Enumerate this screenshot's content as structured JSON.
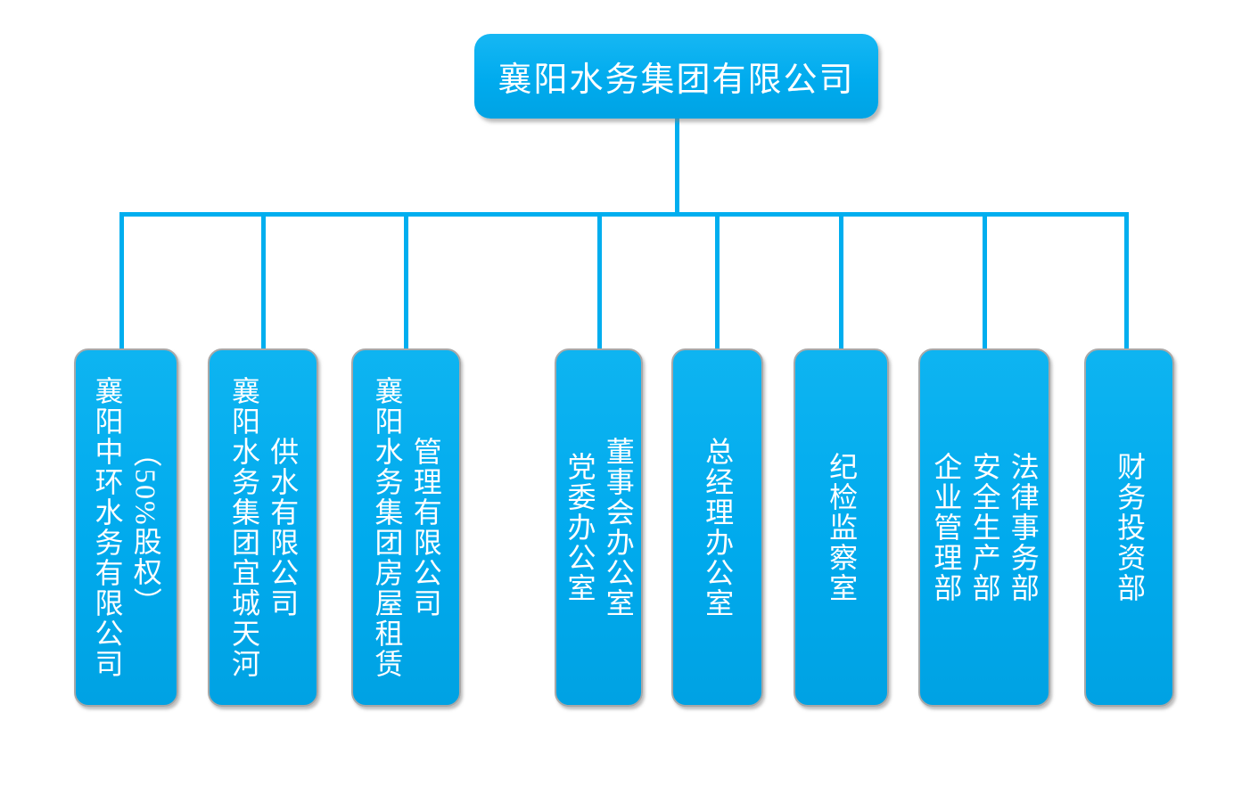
{
  "diagram": {
    "type": "org-chart",
    "root": {
      "label": "襄阳水务集团有限公司"
    },
    "nodes": [
      {
        "name": "xiangyang-zhonghuan-water-company",
        "lines": [
          "襄阳中环水务有限公司",
          "（50%股权）"
        ]
      },
      {
        "name": "yicheng-tianhe-water-supply-company",
        "lines": [
          "襄阳水务集团宜城天河",
          "供水有限公司"
        ]
      },
      {
        "name": "housing-rental-management-company",
        "lines": [
          "襄阳水务集团房屋租赁",
          "管理有限公司"
        ]
      },
      {
        "name": "party-committee-board-office",
        "lines": [
          "党委办公室",
          "董事会办公室"
        ]
      },
      {
        "name": "general-manager-office",
        "lines": [
          "总经理办公室"
        ]
      },
      {
        "name": "discipline-inspection-office",
        "lines": [
          "纪检监察室"
        ]
      },
      {
        "name": "enterprise-safety-legal-departments",
        "lines": [
          "企业管理部",
          "安全生产部",
          "法律事务部"
        ]
      },
      {
        "name": "finance-investment-department",
        "lines": [
          "财务投资部"
        ]
      }
    ],
    "colors": {
      "node_fill": "#00AEEF",
      "connector": "#00AEEF",
      "node_border": "#A8A8A8",
      "text": "#FFFFFF",
      "background": "#FFFFFF"
    }
  }
}
